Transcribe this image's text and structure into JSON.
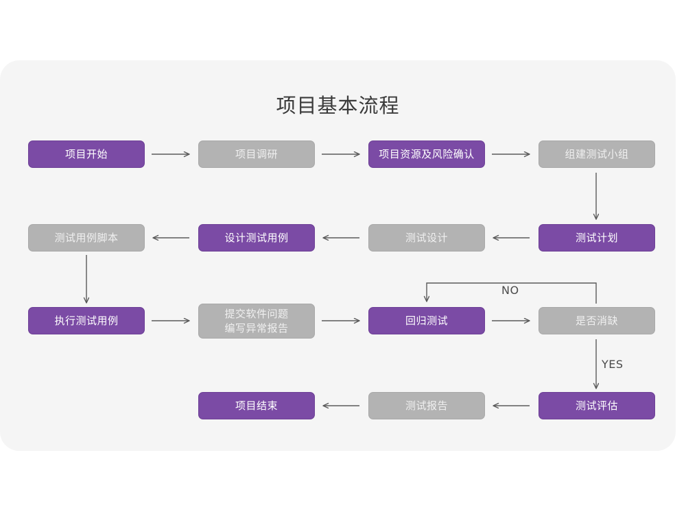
{
  "page": {
    "background_color": "#ffffff",
    "panel_color": "#f5f5f5",
    "title": "项目基本流程"
  },
  "colors": {
    "purple": "#7b4ba5",
    "gray": "#b3b3b3",
    "arrow": "#5a5a5a",
    "title_text": "#3b3b3b",
    "node_text": "#ffffff"
  },
  "chart_data": {
    "type": "diagram",
    "title": "项目基本流程",
    "nodes": [
      {
        "id": "n1",
        "label": "项目开始",
        "style": "purple",
        "row": 1,
        "col": 1
      },
      {
        "id": "n2",
        "label": "项目调研",
        "style": "gray",
        "row": 1,
        "col": 2
      },
      {
        "id": "n3",
        "label": "项目资源及风险确认",
        "style": "purple",
        "row": 1,
        "col": 3
      },
      {
        "id": "n4",
        "label": "组建测试小组",
        "style": "gray",
        "row": 1,
        "col": 4
      },
      {
        "id": "n5",
        "label": "测试用例脚本",
        "style": "gray",
        "row": 2,
        "col": 1
      },
      {
        "id": "n6",
        "label": "设计测试用例",
        "style": "purple",
        "row": 2,
        "col": 2
      },
      {
        "id": "n7",
        "label": "测试设计",
        "style": "gray",
        "row": 2,
        "col": 3
      },
      {
        "id": "n8",
        "label": "测试计划",
        "style": "purple",
        "row": 2,
        "col": 4
      },
      {
        "id": "n9",
        "label": "执行测试用例",
        "style": "purple",
        "row": 3,
        "col": 1
      },
      {
        "id": "n10",
        "label": "提交软件问题\n编写异常报告",
        "style": "gray",
        "row": 3,
        "col": 2
      },
      {
        "id": "n11",
        "label": "回归测试",
        "style": "purple",
        "row": 3,
        "col": 3
      },
      {
        "id": "n12",
        "label": "是否消缺",
        "style": "gray",
        "row": 3,
        "col": 4
      },
      {
        "id": "n13",
        "label": "项目结束",
        "style": "purple",
        "row": 4,
        "col": 2
      },
      {
        "id": "n14",
        "label": "测试报告",
        "style": "gray",
        "row": 4,
        "col": 3
      },
      {
        "id": "n15",
        "label": "测试评估",
        "style": "purple",
        "row": 4,
        "col": 4
      }
    ],
    "edges": [
      {
        "from": "n1",
        "to": "n2",
        "label": "",
        "direction": "right"
      },
      {
        "from": "n2",
        "to": "n3",
        "label": "",
        "direction": "right"
      },
      {
        "from": "n3",
        "to": "n4",
        "label": "",
        "direction": "right"
      },
      {
        "from": "n4",
        "to": "n8",
        "label": "",
        "direction": "down"
      },
      {
        "from": "n8",
        "to": "n7",
        "label": "",
        "direction": "left"
      },
      {
        "from": "n7",
        "to": "n6",
        "label": "",
        "direction": "left"
      },
      {
        "from": "n6",
        "to": "n5",
        "label": "",
        "direction": "left"
      },
      {
        "from": "n5",
        "to": "n9",
        "label": "",
        "direction": "down"
      },
      {
        "from": "n9",
        "to": "n10",
        "label": "",
        "direction": "right"
      },
      {
        "from": "n10",
        "to": "n11",
        "label": "",
        "direction": "right"
      },
      {
        "from": "n11",
        "to": "n12",
        "label": "",
        "direction": "right"
      },
      {
        "from": "n12",
        "to": "n11",
        "label": "NO",
        "direction": "loop-up-left-down"
      },
      {
        "from": "n12",
        "to": "n15",
        "label": "YES",
        "direction": "down"
      },
      {
        "from": "n15",
        "to": "n14",
        "label": "",
        "direction": "left"
      },
      {
        "from": "n14",
        "to": "n13",
        "label": "",
        "direction": "left"
      }
    ],
    "edge_labels": [
      "NO",
      "YES"
    ]
  },
  "labels": {
    "no": "NO",
    "yes": "YES"
  },
  "nodes": {
    "n1": "项目开始",
    "n2": "项目调研",
    "n3": "项目资源及风险确认",
    "n4": "组建测试小组",
    "n5": "测试用例脚本",
    "n6": "设计测试用例",
    "n7": "测试设计",
    "n8": "测试计划",
    "n9": "执行测试用例",
    "n10": "提交软件问题\n编写异常报告",
    "n11": "回归测试",
    "n12": "是否消缺",
    "n13": "项目结束",
    "n14": "测试报告",
    "n15": "测试评估"
  }
}
